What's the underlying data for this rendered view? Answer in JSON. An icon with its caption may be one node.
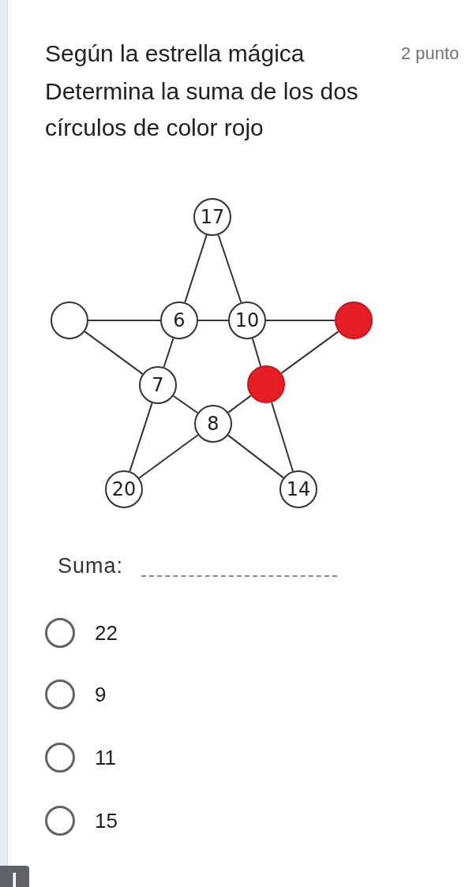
{
  "diagram": {
    "title": "Según la estrella mágica",
    "nodes": [
      {
        "text": [
          "17"
        ]
      },
      {
        "text": [],
        "shape": "circle"
      },
      {
        "text": [
          "6"
        ]
      },
      {
        "text": [
          "10"
        ]
      },
      {
        "text": [],
        "shape": "circle"
      },
      {
        "text": [
          "7"
        ]
      },
      {
        "text": [],
        "shape": "circle"
      },
      {
        "text": [
          "8"
        ]
      },
      {
        "text": [
          "20"
        ]
      },
      {
        "text": [
          "14"
        ]
      }
    ],
    "edges": [
      {
        "from": 1,
        "to": 2,
        "arrow": "none"
      },
      {
        "from": 2,
        "to": 3,
        "arrow": "none"
      },
      {
        "from": 3,
        "to": 4,
        "arrow": "none"
      },
      {
        "from": 0,
        "to": 2,
        "arrow": "none"
      },
      {
        "from": 2,
        "to": 5,
        "arrow": "none"
      },
      {
        "from": 5,
        "to": 8,
        "arrow": "none"
      },
      {
        "from": 0,
        "to": 3,
        "arrow": "none"
      },
      {
        "from": 3,
        "to": 6,
        "arrow": "none"
      },
      {
        "from": 6,
        "to": 9,
        "arrow": "none"
      },
      {
        "from": 1,
        "to": 5,
        "arrow": "none"
      },
      {
        "from": 5,
        "to": 7,
        "arrow": "none"
      },
      {
        "from": 7,
        "to": 9,
        "arrow": "none"
      },
      {
        "from": 4,
        "to": 6,
        "arrow": "none"
      },
      {
        "from": 6,
        "to": 7,
        "arrow": "none"
      },
      {
        "from": 7,
        "to": 8,
        "arrow": "none"
      }
    ],
    "labels": [
      "2 punto",
      "Determina la suma de los dos círculos de color rojo",
      "Suma:",
      "22",
      "9",
      "11",
      "15"
    ]
  }
}
